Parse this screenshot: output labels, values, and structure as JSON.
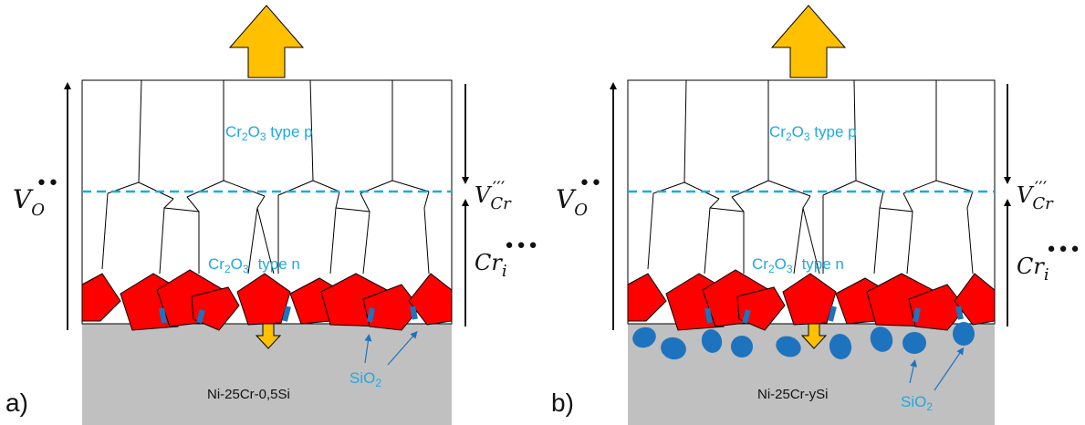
{
  "panels": [
    {
      "id": "a",
      "panel_label": "a)",
      "oxide_p": {
        "prefix": "Cr",
        "sub1": "2",
        "mid": "O",
        "sub2": "3",
        "suffix": " type p"
      },
      "oxide_n": {
        "prefix": "Cr",
        "sub1": "2",
        "mid": "O",
        "sub2": "3",
        "suffix": "type  n"
      },
      "substrate": "Ni-25Cr-0,5Si",
      "sio2": {
        "main": "SiO",
        "sub": "2"
      }
    },
    {
      "id": "b",
      "panel_label": "b)",
      "oxide_p": {
        "prefix": "Cr",
        "sub1": "2",
        "mid": "O",
        "sub2": "3",
        "suffix": " type p"
      },
      "oxide_n": {
        "prefix": "Cr",
        "sub1": "2",
        "mid": "O",
        "sub2": "3",
        "suffix": "type  n"
      },
      "substrate": "Ni-25Cr-ySi",
      "sio2": {
        "main": "SiO",
        "sub": "2"
      }
    }
  ],
  "species": {
    "oxygen_vacancy": {
      "base": "V",
      "sub": "O",
      "charge": "••"
    },
    "chromium_vacancy": {
      "base": "V",
      "sub": "Cr",
      "charge": "′′′"
    },
    "chromium_interstitial": {
      "base": "Cr",
      "sub": "i",
      "charge": "•••"
    }
  },
  "colors": {
    "oxide_red": "#ff0000",
    "arrow_orange": "#ffc000",
    "substrate_gray": "#c0c0c0",
    "silica_blue": "#1e73be",
    "label_cyan": "#1ea9e1"
  }
}
